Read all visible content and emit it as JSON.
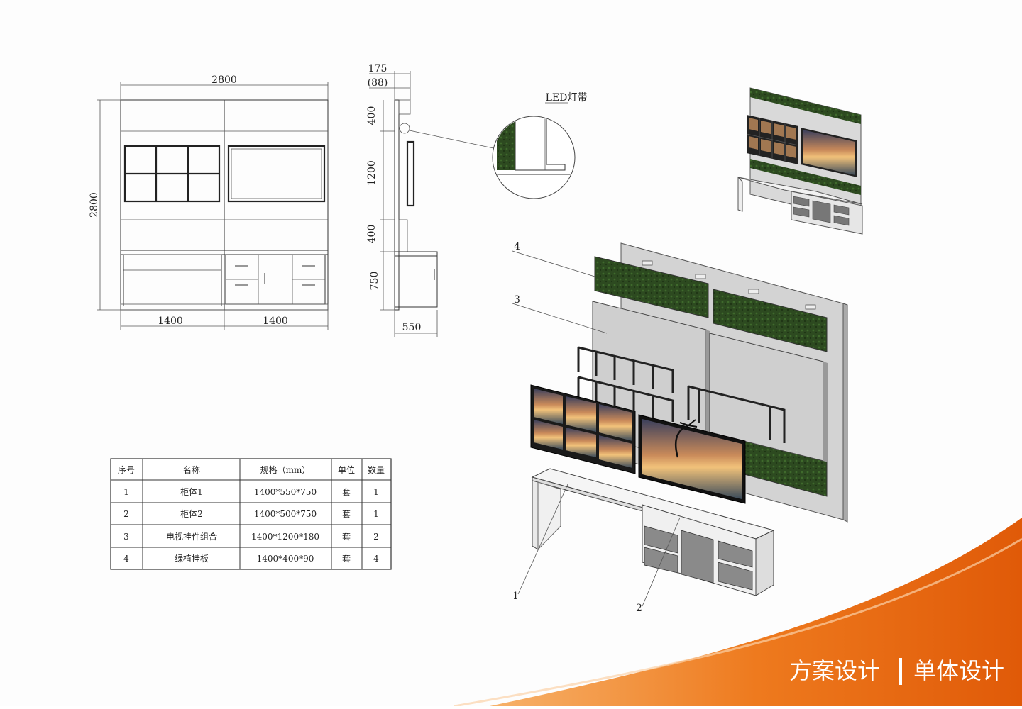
{
  "front_view": {
    "width_total": "2800",
    "height_total": "2800",
    "width_left": "1400",
    "width_right": "1400"
  },
  "side_view": {
    "depth_top": "175",
    "depth_inner": "(88)",
    "h_top": "400",
    "h_mid": "1200",
    "h_bottom": "400",
    "h_cabinet": "750",
    "depth_cabinet": "550"
  },
  "detail_label": "LED灯带",
  "exploded_callouts": [
    "1",
    "2",
    "3",
    "4"
  ],
  "table": {
    "headers": [
      "序号",
      "名称",
      "规格（mm）",
      "单位",
      "数量"
    ],
    "rows": [
      [
        "1",
        "柜体1",
        "1400*550*750",
        "套",
        "1"
      ],
      [
        "2",
        "柜体2",
        "1400*500*750",
        "套",
        "1"
      ],
      [
        "3",
        "电视挂件组合",
        "1400*1200*180",
        "套",
        "2"
      ],
      [
        "4",
        "绿植挂板",
        "1400*400*90",
        "套",
        "4"
      ]
    ]
  },
  "banner": {
    "left": "方案设计",
    "right": "单体设计"
  },
  "colors": {
    "accent_orange": "#e8620c",
    "accent_orange_light": "#f5a25a",
    "plant_green": "#2f4a22",
    "panel_grey": "#d4d4d4"
  }
}
